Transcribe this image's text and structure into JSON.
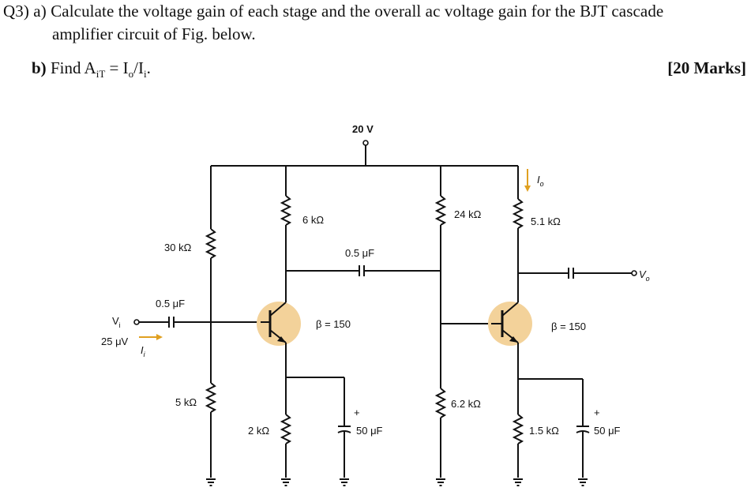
{
  "question": {
    "line1_prefix": "Q3) a)",
    "line1_text": "Calculate the voltage gain of each stage and the overall ac voltage gain for the BJT cascade",
    "line2_text": "amplifier circuit of Fig. below.",
    "line3_prefix": "b)",
    "line3_text": "Find A",
    "line3_sub": "iT",
    "line3_eq": " = I",
    "line3_sub2": "o",
    "line3_slash": "/I",
    "line3_sub3": "i",
    "line3_end": ".",
    "marks": "[20 Marks]"
  },
  "circuit": {
    "supply": "20 V",
    "r1": "30 kΩ",
    "r2": "5 kΩ",
    "rc1": "6 kΩ",
    "re1": "2 kΩ",
    "cin": "0.5 μF",
    "cc": "0.5 μF",
    "ce1": "50 μF",
    "beta1": "β = 150",
    "r3": "24 kΩ",
    "r4": "6.2 kΩ",
    "rc2": "5.1 kΩ",
    "re2": "1.5 kΩ",
    "ce2": "50 μF",
    "beta2": "β = 150",
    "vi": "V",
    "vi_sub": "i",
    "vi_value": "25 μV",
    "ii": "I",
    "ii_sub": "i",
    "io": "I",
    "io_sub": "o",
    "vo": "V",
    "vo_sub": "o",
    "plus1": "+",
    "plus2": "+"
  },
  "colors": {
    "transistor_fill": "#f3d29a",
    "arrow": "#e0a020",
    "ink": "#111111"
  }
}
